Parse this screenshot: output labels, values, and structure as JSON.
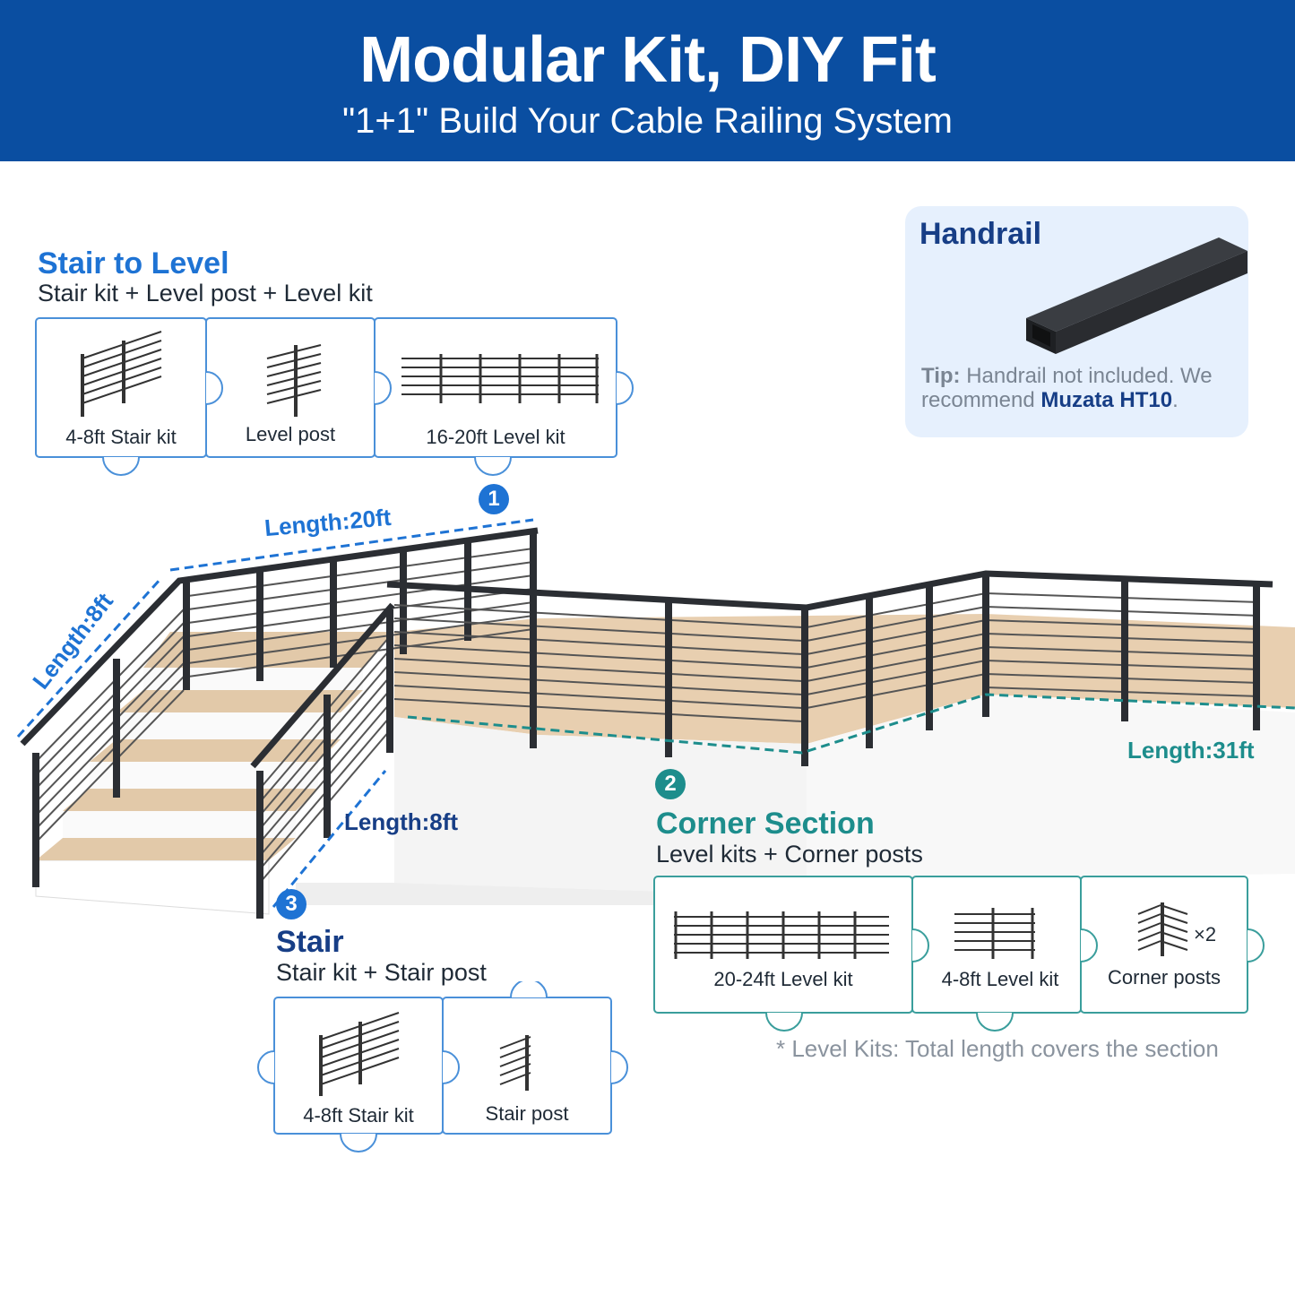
{
  "header": {
    "title": "Modular Kit, DIY Fit",
    "subtitle": "\"1+1\" Build Your Cable Railing System"
  },
  "handrail": {
    "title": "Handrail",
    "tip_label": "Tip:",
    "tip_text": "Handrail not included. We recommend",
    "tip_link": "Muzata HT10",
    "tip_end": "."
  },
  "section1": {
    "badge": "1",
    "title": "Stair to Level",
    "subtitle": "Stair kit + Level post + Level kit",
    "cards": [
      "4-8ft Stair kit",
      "Level post",
      "16-20ft Level kit"
    ],
    "length_top": "Length:20ft",
    "length_side": "Length:8ft"
  },
  "section2": {
    "badge": "2",
    "title": "Corner Section",
    "subtitle": "Level kits + Corner posts",
    "cards": [
      "20-24ft Level kit",
      "4-8ft Level kit",
      "Corner posts"
    ],
    "multiplier": "×2",
    "length": "Length:31ft",
    "note": "* Level Kits: Total length covers the section"
  },
  "section3": {
    "badge": "3",
    "title": "Stair",
    "subtitle": "Stair kit + Stair post",
    "cards": [
      "4-8ft Stair kit",
      "Stair post"
    ],
    "length": "Length:8ft"
  },
  "colors": {
    "banner": "#0a4ea1",
    "blue": "#1e73d4",
    "navy": "#173e86",
    "teal": "#1d8d8c",
    "tip_bg": "#e6f0fd"
  }
}
